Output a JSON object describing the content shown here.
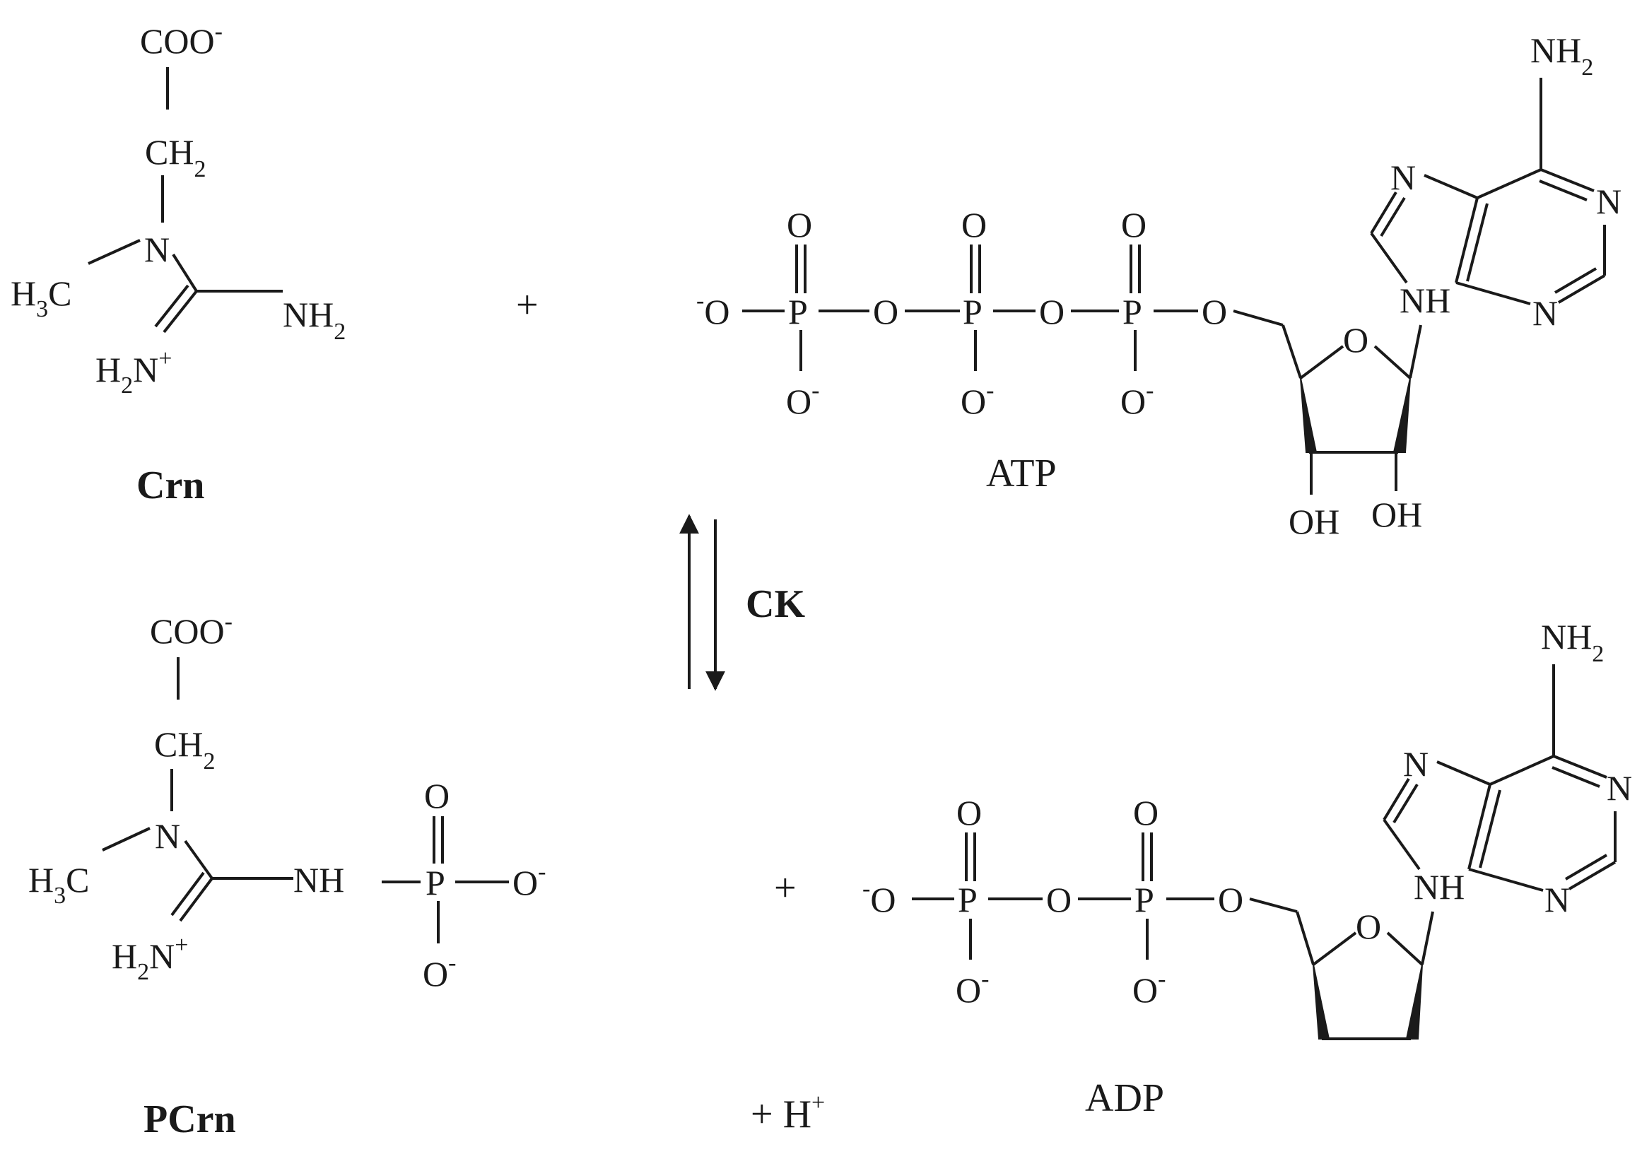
{
  "atoms": {
    "coo": "COO",
    "minus": "-",
    "plus": "+",
    "ch": "CH",
    "two": "2",
    "three": "3",
    "n": "N",
    "h3c_h": "H",
    "h3c_c": "C",
    "nh": "NH",
    "h2n_h": "H",
    "h2n_n": "N",
    "o": "O",
    "p": "P",
    "oh": "OH"
  },
  "labels": {
    "crn": "Crn",
    "pcrn": "PCrn",
    "atp": "ATP",
    "adp": "ADP",
    "enzyme": "CK",
    "proton": "+ H",
    "plus_sign": "+"
  }
}
